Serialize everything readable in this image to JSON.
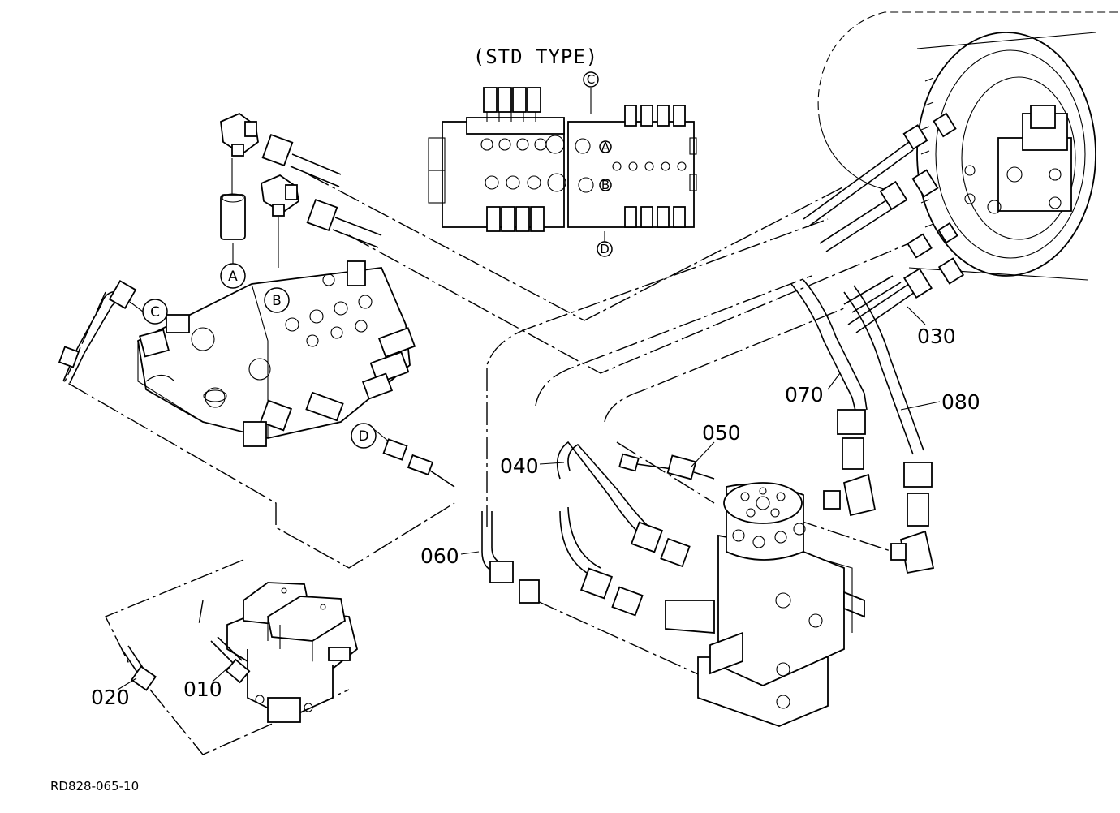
{
  "diagram": {
    "title": "(STD TYPE)",
    "reference": "RD828-065-10",
    "part_labels": {
      "p010": "010",
      "p020": "020",
      "p030": "030",
      "p040": "040",
      "p050": "050",
      "p060": "060",
      "p070": "070",
      "p080": "080"
    },
    "callouts": {
      "a": "A",
      "b": "B",
      "c": "C",
      "d": "D"
    },
    "inset_callouts": {
      "a": "A",
      "b": "B",
      "c": "C",
      "d": "D"
    }
  }
}
